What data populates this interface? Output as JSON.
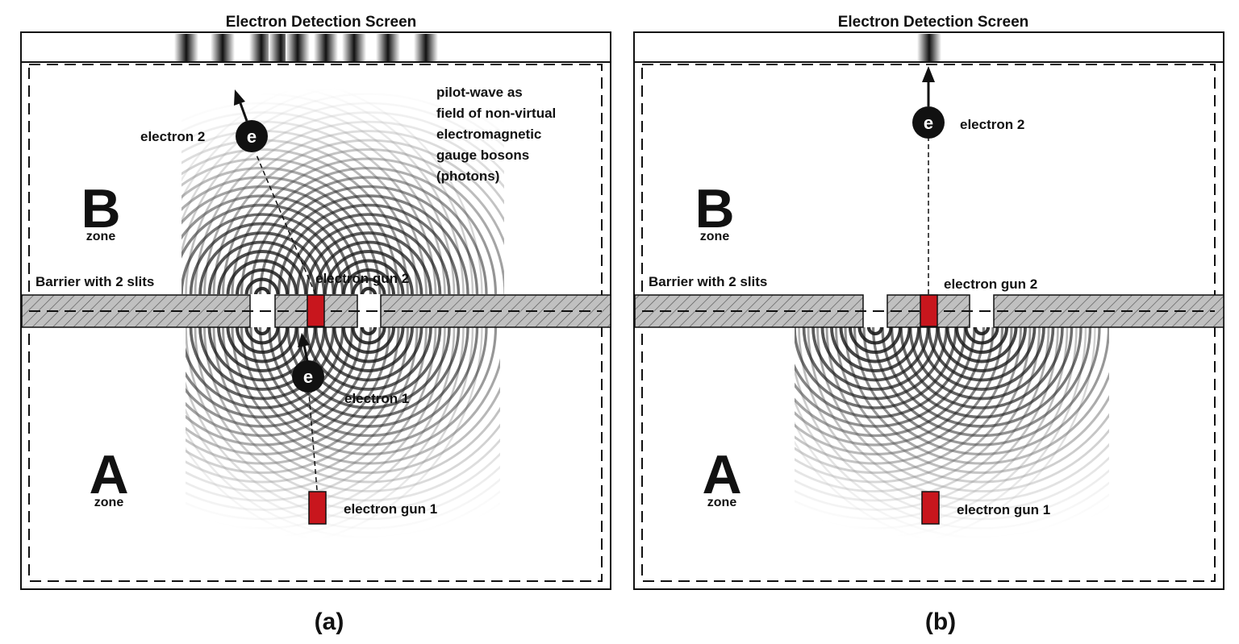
{
  "panels": [
    {
      "id": "a",
      "caption": "(a)",
      "screen_title": "Electron Detection Screen",
      "zone_b_letter": "B",
      "zone_b_word": "zone",
      "zone_a_letter": "A",
      "zone_a_word": "zone",
      "barrier_label": "Barrier with 2 slits",
      "gun2_label": "electron gun 2",
      "gun1_label": "electron gun 1",
      "electron1_label": "electron 1",
      "electron2_label": "electron 2",
      "electron_symbol": "e",
      "pilot_wave_lines": [
        "pilot-wave as",
        "field of non-virtual",
        "electromagnetic",
        "gauge bosons",
        "(photons)"
      ],
      "interference_above_barrier": true,
      "interference_below_barrier": true
    },
    {
      "id": "b",
      "caption": "(b)",
      "screen_title": "Electron Detection Screen",
      "zone_b_letter": "B",
      "zone_b_word": "zone",
      "zone_a_letter": "A",
      "zone_a_word": "zone",
      "barrier_label": "Barrier with 2 slits",
      "gun2_label": "electron gun 2",
      "gun1_label": "electron gun 1",
      "electron2_label": "electron 2",
      "electron_symbol": "e",
      "interference_above_barrier": false,
      "interference_below_barrier": true
    }
  ],
  "colors": {
    "gun": "#c8161d",
    "barrier_fill": "#bdbdbd",
    "stroke": "#111111",
    "wave_dark": "#1a1a1a"
  }
}
